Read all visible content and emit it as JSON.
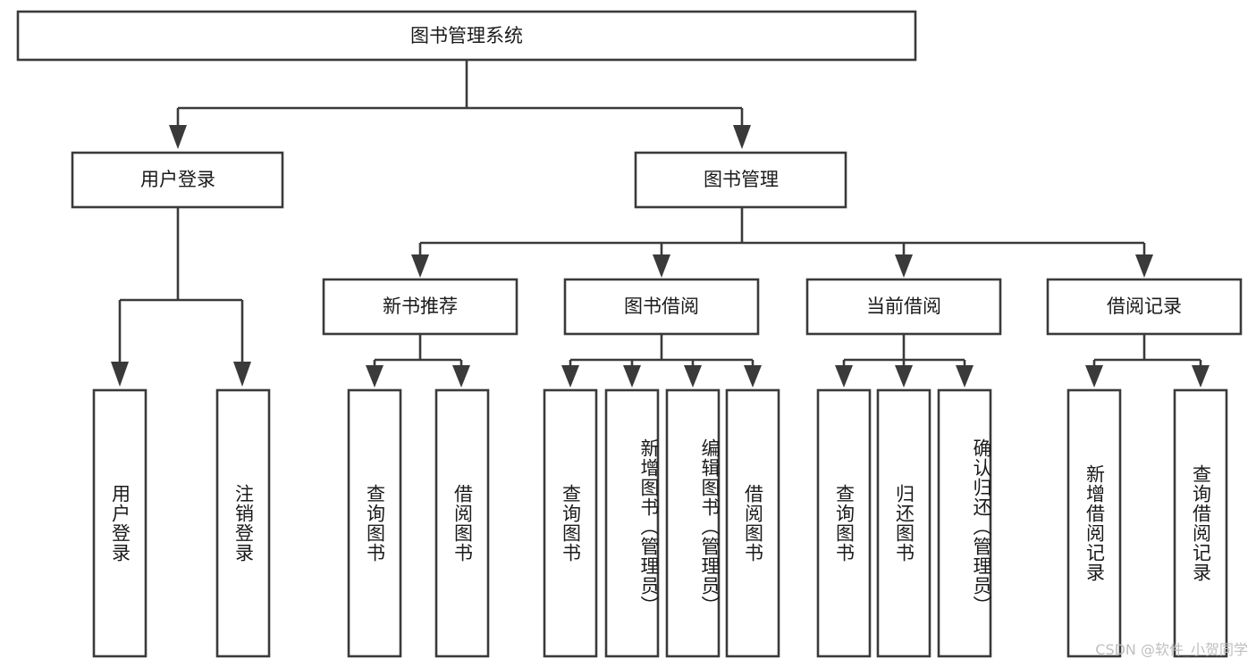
{
  "diagram": {
    "type": "tree-hierarchy-chart",
    "title_node": {
      "label": "图书管理系统"
    },
    "level2": [
      {
        "label": "用户登录"
      },
      {
        "label": "图书管理"
      }
    ],
    "level3": [
      {
        "label": "新书推荐"
      },
      {
        "label": "图书借阅"
      },
      {
        "label": "当前借阅"
      },
      {
        "label": "借阅记录"
      }
    ],
    "leaves": {
      "user_login": [
        {
          "label": "用户登录"
        },
        {
          "label": "注销登录"
        }
      ],
      "new_book_recommend": [
        {
          "label": "查询图书"
        },
        {
          "label": "借阅图书"
        }
      ],
      "book_borrow": [
        {
          "label": "查询图书"
        },
        {
          "label": "新增图书（管理员）"
        },
        {
          "label": "编辑图书（管理员）"
        },
        {
          "label": "借阅图书"
        }
      ],
      "current_borrow": [
        {
          "label": "查询图书"
        },
        {
          "label": "归还图书"
        },
        {
          "label": "确认归还（管理员）"
        }
      ],
      "borrow_record": [
        {
          "label": "新增借阅记录"
        },
        {
          "label": "查询借阅记录"
        }
      ]
    },
    "watermark": {
      "text": "CSDN @软件_小贺同学"
    },
    "colors": {
      "box_stroke": "#3a3a3a",
      "box_fill": "#ffffff",
      "text": "#1a1a1a",
      "watermark": "#bfbfbf",
      "background": "#ffffff"
    }
  }
}
